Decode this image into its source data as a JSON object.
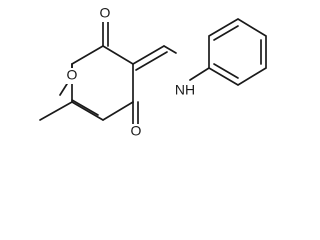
{
  "molecule": {
    "atoms": {
      "ring_oxygen": "O",
      "lactone_carbonyl_oxygen": "O",
      "ketone_oxygen": "O",
      "amine": "NH"
    },
    "colors": {
      "bond": "#1a1a1a",
      "background": "#ffffff"
    }
  }
}
